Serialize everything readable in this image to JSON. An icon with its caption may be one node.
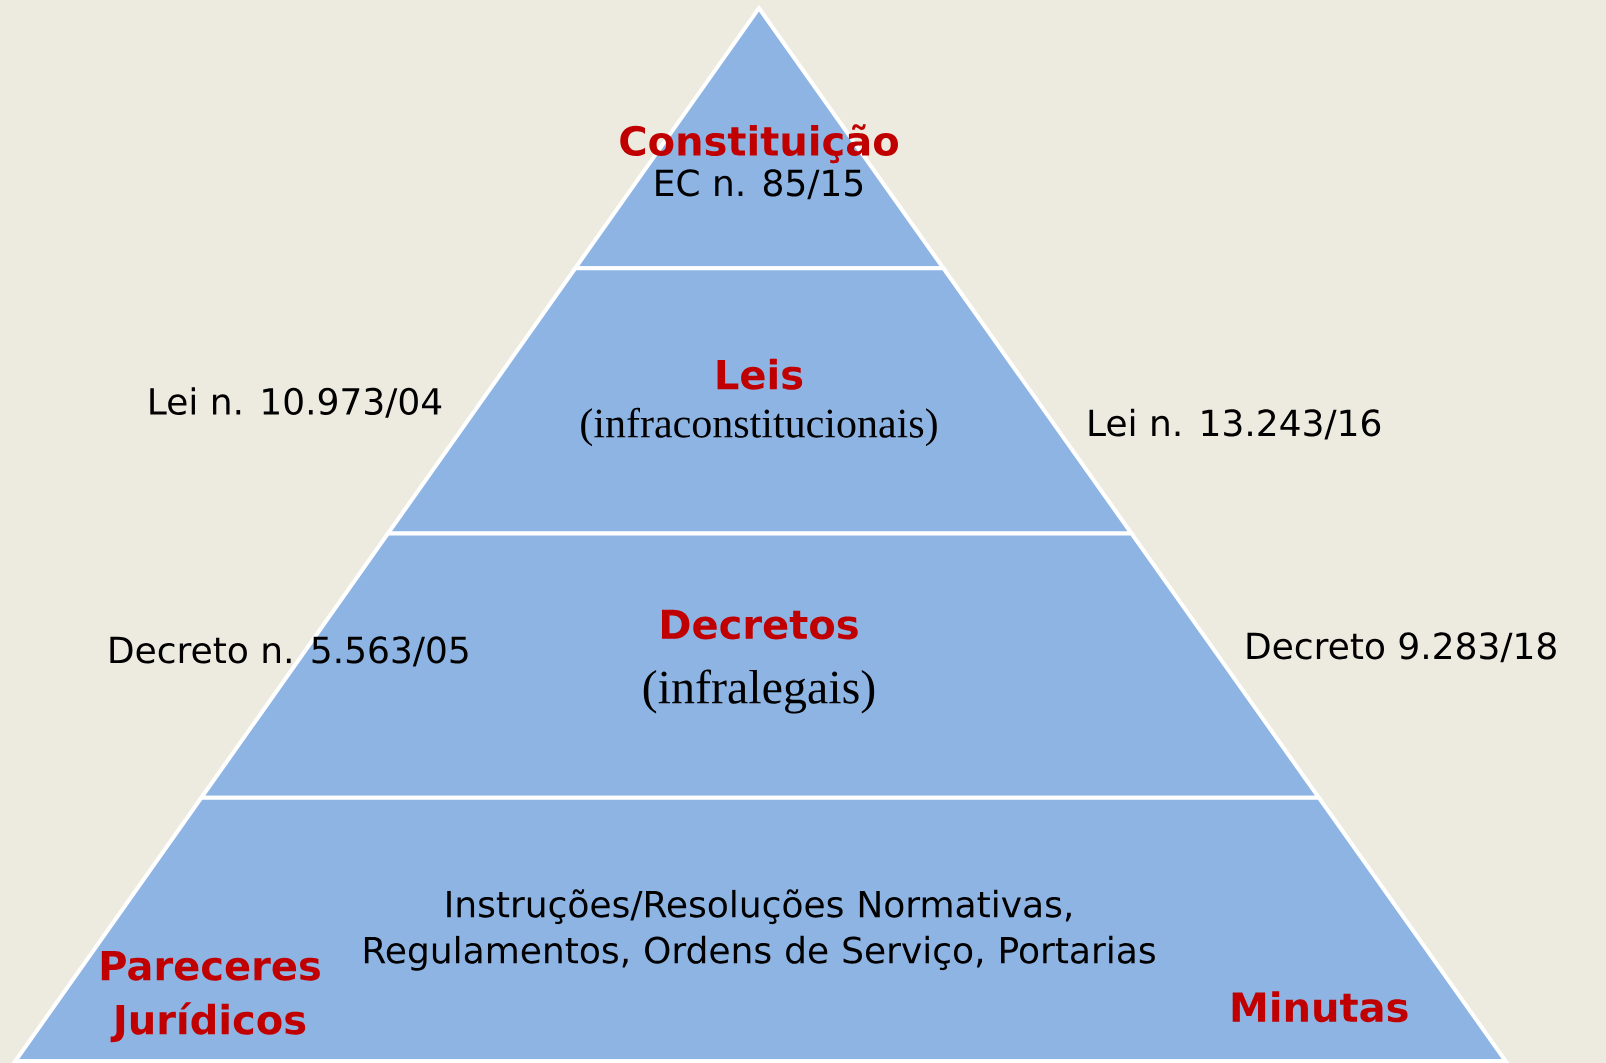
{
  "diagram": {
    "nodes": [
      {
        "text": [
          "Constituição",
          "EC n. 85/15"
        ]
      },
      {
        "text": [
          "Leis",
          "(infraconstitucionais)"
        ]
      },
      {
        "text": [
          "Decretos",
          "(infralegais)"
        ]
      },
      {
        "text": [
          "Instruções/Resoluções Normativas, Regulamentos, Ordens de Serviço, Portarias"
        ]
      }
    ],
    "labels": [
      "Lei n. 10.973/04",
      "Lei n. 13.243/16",
      "Decreto n. 5.563/05",
      "Decreto 9.283/18",
      "Pareceres Jurídicos",
      "Minutas"
    ]
  }
}
